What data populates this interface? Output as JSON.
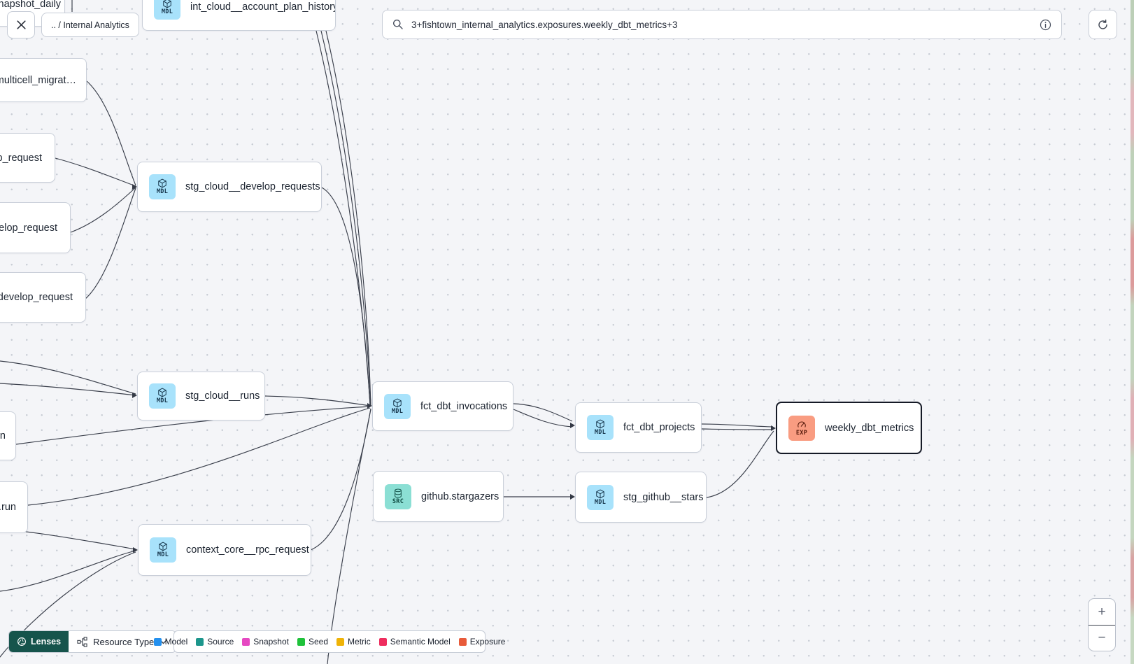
{
  "window": {
    "breadcrumb": ".. / Internal Analytics"
  },
  "search": {
    "value": "3+fishtown_internal_analytics.exposures.weekly_dbt_metrics+3"
  },
  "toolbar": {
    "lenses": "Lenses",
    "resource_type": "Resource Type"
  },
  "zoom_controls": {
    "zoom_in": "+",
    "zoom_out": "−"
  },
  "badges": {
    "MDL": {
      "label": "MDL",
      "bg": "#a8e2fb"
    },
    "SRC": {
      "label": "SRC",
      "bg": "#8bdfd4"
    },
    "EXP": {
      "label": "EXP",
      "bg": "#f99c81"
    }
  },
  "nodes": [
    {
      "id": "snapshot_daily",
      "badge": null,
      "label": "snapshot_daily",
      "selected": false
    },
    {
      "id": "int_cloud__account_plan_history",
      "badge": "MDL",
      "label": "int_cloud__account_plan_history",
      "selected": false
    },
    {
      "id": "multicell_migrat",
      "badge": null,
      "label": "multicell_migrat…",
      "selected": false
    },
    {
      "id": "p_request",
      "badge": null,
      "label": "p_request",
      "selected": false
    },
    {
      "id": "velop_request",
      "badge": null,
      "label": "velop_request",
      "selected": false
    },
    {
      "id": "develop_request",
      "badge": null,
      "label": ".develop_request",
      "selected": false
    },
    {
      "id": "stg_cloud__develop_requests",
      "badge": "MDL",
      "label": "stg_cloud__develop_requests",
      "selected": false
    },
    {
      "id": "stg_cloud__runs",
      "badge": "MDL",
      "label": "stg_cloud__runs",
      "selected": false
    },
    {
      "id": "n_partial",
      "badge": null,
      "label": "n",
      "selected": false
    },
    {
      "id": "run_partial",
      "badge": null,
      "label": ".run",
      "selected": false
    },
    {
      "id": "context_core__rpc_request",
      "badge": "MDL",
      "label": "context_core__rpc_request",
      "selected": false
    },
    {
      "id": "fct_dbt_invocations",
      "badge": "MDL",
      "label": "fct_dbt_invocations",
      "selected": false
    },
    {
      "id": "fct_dbt_projects",
      "badge": "MDL",
      "label": "fct_dbt_projects",
      "selected": false
    },
    {
      "id": "github_stargazers",
      "badge": "SRC",
      "label": "github.stargazers",
      "selected": false
    },
    {
      "id": "stg_github__stars",
      "badge": "MDL",
      "label": "stg_github__stars",
      "selected": false
    },
    {
      "id": "weekly_dbt_metrics",
      "badge": "EXP",
      "label": "weekly_dbt_metrics",
      "selected": true
    }
  ],
  "edges": [
    {
      "from": "multicell_migrat…",
      "to": "stg_cloud__develop_requests"
    },
    {
      "from": "p_request",
      "to": "stg_cloud__develop_requests"
    },
    {
      "from": "velop_request",
      "to": "stg_cloud__develop_requests"
    },
    {
      "from": ".develop_request",
      "to": "stg_cloud__develop_requests"
    },
    {
      "from": "offscreen-left",
      "to": "stg_cloud__runs"
    },
    {
      "from": "offscreen-left",
      "to": "stg_cloud__runs"
    },
    {
      "from": "int_cloud__account_plan_history",
      "to": "fct_dbt_invocations"
    },
    {
      "from": "offscreen-top",
      "to": "fct_dbt_invocations"
    },
    {
      "from": "offscreen-top",
      "to": "fct_dbt_invocations"
    },
    {
      "from": "stg_cloud__develop_requests",
      "to": "fct_dbt_invocations"
    },
    {
      "from": "stg_cloud__runs",
      "to": "fct_dbt_invocations"
    },
    {
      "from": "n",
      "to": "fct_dbt_invocations"
    },
    {
      "from": ".run",
      "to": "fct_dbt_invocations"
    },
    {
      "from": "context_core__rpc_request",
      "to": "fct_dbt_invocations"
    },
    {
      "from": "offscreen-bottom",
      "to": "fct_dbt_invocations"
    },
    {
      "from": "fct_dbt_invocations",
      "to": "fct_dbt_projects"
    },
    {
      "from": "fct_dbt_invocations",
      "to": "fct_dbt_projects"
    },
    {
      "from": "fct_dbt_projects",
      "to": "weekly_dbt_metrics"
    },
    {
      "from": "fct_dbt_projects",
      "to": "weekly_dbt_metrics"
    },
    {
      "from": "stg_github__stars",
      "to": "weekly_dbt_metrics"
    },
    {
      "from": "github.stargazers",
      "to": "stg_github__stars"
    },
    {
      "from": "offscreen-left",
      "to": "context_core__rpc_request"
    },
    {
      "from": "offscreen-left",
      "to": "context_core__rpc_request"
    },
    {
      "from": "offscreen-bottom-left",
      "to": "context_core__rpc_request"
    }
  ],
  "legend": [
    {
      "label": "Model",
      "color": "#2490ee"
    },
    {
      "label": "Source",
      "color": "#1d968c"
    },
    {
      "label": "Snapshot",
      "color": "#e649c2"
    },
    {
      "label": "Seed",
      "color": "#1fc23a"
    },
    {
      "label": "Metric",
      "color": "#efb307"
    },
    {
      "label": "Semantic Model",
      "color": "#ee2d5e"
    },
    {
      "label": "Exposure",
      "color": "#e85b3a"
    }
  ]
}
